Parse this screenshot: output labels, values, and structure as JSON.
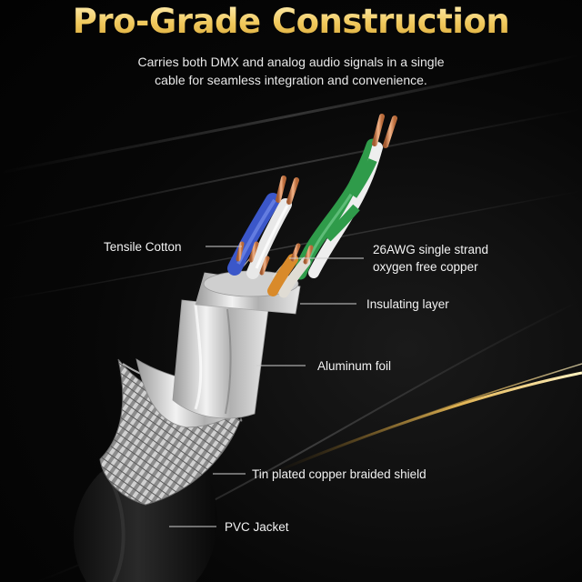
{
  "header": {
    "title": "Pro-Grade Construction",
    "subtitle_line1": "Carries both DMX and analog audio signals in a single",
    "subtitle_line2": "cable for seamless integration and convenience."
  },
  "callouts": {
    "tensile_cotton": "Tensile Cotton",
    "copper_line1": "26AWG single strand",
    "copper_line2": "oxygen free copper",
    "insulating_layer": "Insulating layer",
    "aluminum_foil": "Aluminum foil",
    "braided_shield": "Tin plated copper braided shield",
    "pvc_jacket": "PVC Jacket"
  },
  "colors": {
    "title_gold": "#f0c85c",
    "wire_blue": "#3b57c9",
    "wire_green": "#2f9b4a",
    "wire_orange": "#d98a2a",
    "copper": "#d88a5a"
  }
}
